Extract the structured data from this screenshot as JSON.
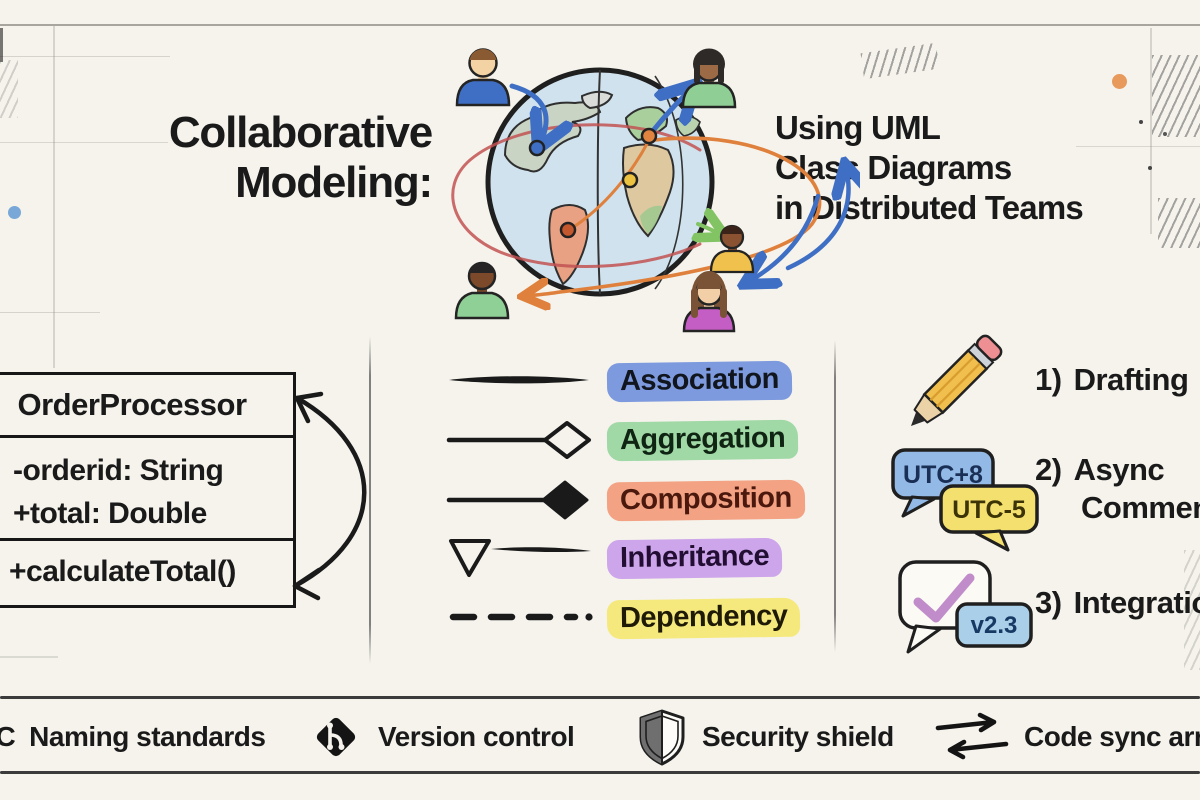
{
  "colors": {
    "paper": "#f5f3ec",
    "ink": "#1a1a1a",
    "pencil_gray": "#8d8b84",
    "arrow_blue": "#3f6fc4",
    "arrow_orange": "#df813c",
    "arc_red": "#c25252",
    "arrow_green": "#82c464"
  },
  "header": {
    "title_left": {
      "line1": "Collaborative",
      "line2": "Modeling:"
    },
    "title_right": {
      "line1": "Using UML",
      "line2": "Class Diagrams",
      "line3": "in Distributed Teams"
    }
  },
  "uml_class": {
    "name": "OrderProcessor",
    "attribute1": "-orderid: String",
    "attribute2": "+total: Double",
    "method1": "+calculateTotal()"
  },
  "legend": {
    "items": [
      {
        "label": "Association",
        "symbol": "solid-line",
        "highlight": "#7e9ade",
        "text_color": "#10151e"
      },
      {
        "label": "Aggregation",
        "symbol": "open-diamond",
        "highlight": "#a0d8a6",
        "text_color": "#0f2413"
      },
      {
        "label": "Composition",
        "symbol": "filled-diamond",
        "highlight": "#f3a284",
        "text_color": "#4a180c"
      },
      {
        "label": "Inheritance",
        "symbol": "open-triangle",
        "highlight": "#cda5ea",
        "text_color": "#220d33"
      },
      {
        "label": "Dependency",
        "symbol": "dashed-line",
        "highlight": "#f5e97d",
        "text_color": "#1f1a06"
      }
    ]
  },
  "workflow": {
    "step1": {
      "number": "1)",
      "label": "Drafting"
    },
    "step2": {
      "number": "2)",
      "label": "Async",
      "label_line2": "Comments",
      "bubble1": "UTC+8",
      "bubble2": "UTC-5"
    },
    "step3": {
      "number": "3)",
      "label": "Integration",
      "badge": "v2.3"
    }
  },
  "footer": {
    "item1": {
      "icon_text": "ABC",
      "label": "Naming standards"
    },
    "item2": {
      "label": "Version control"
    },
    "item3": {
      "label": "Security shield"
    },
    "item4": {
      "label": "Code sync arrows"
    }
  }
}
